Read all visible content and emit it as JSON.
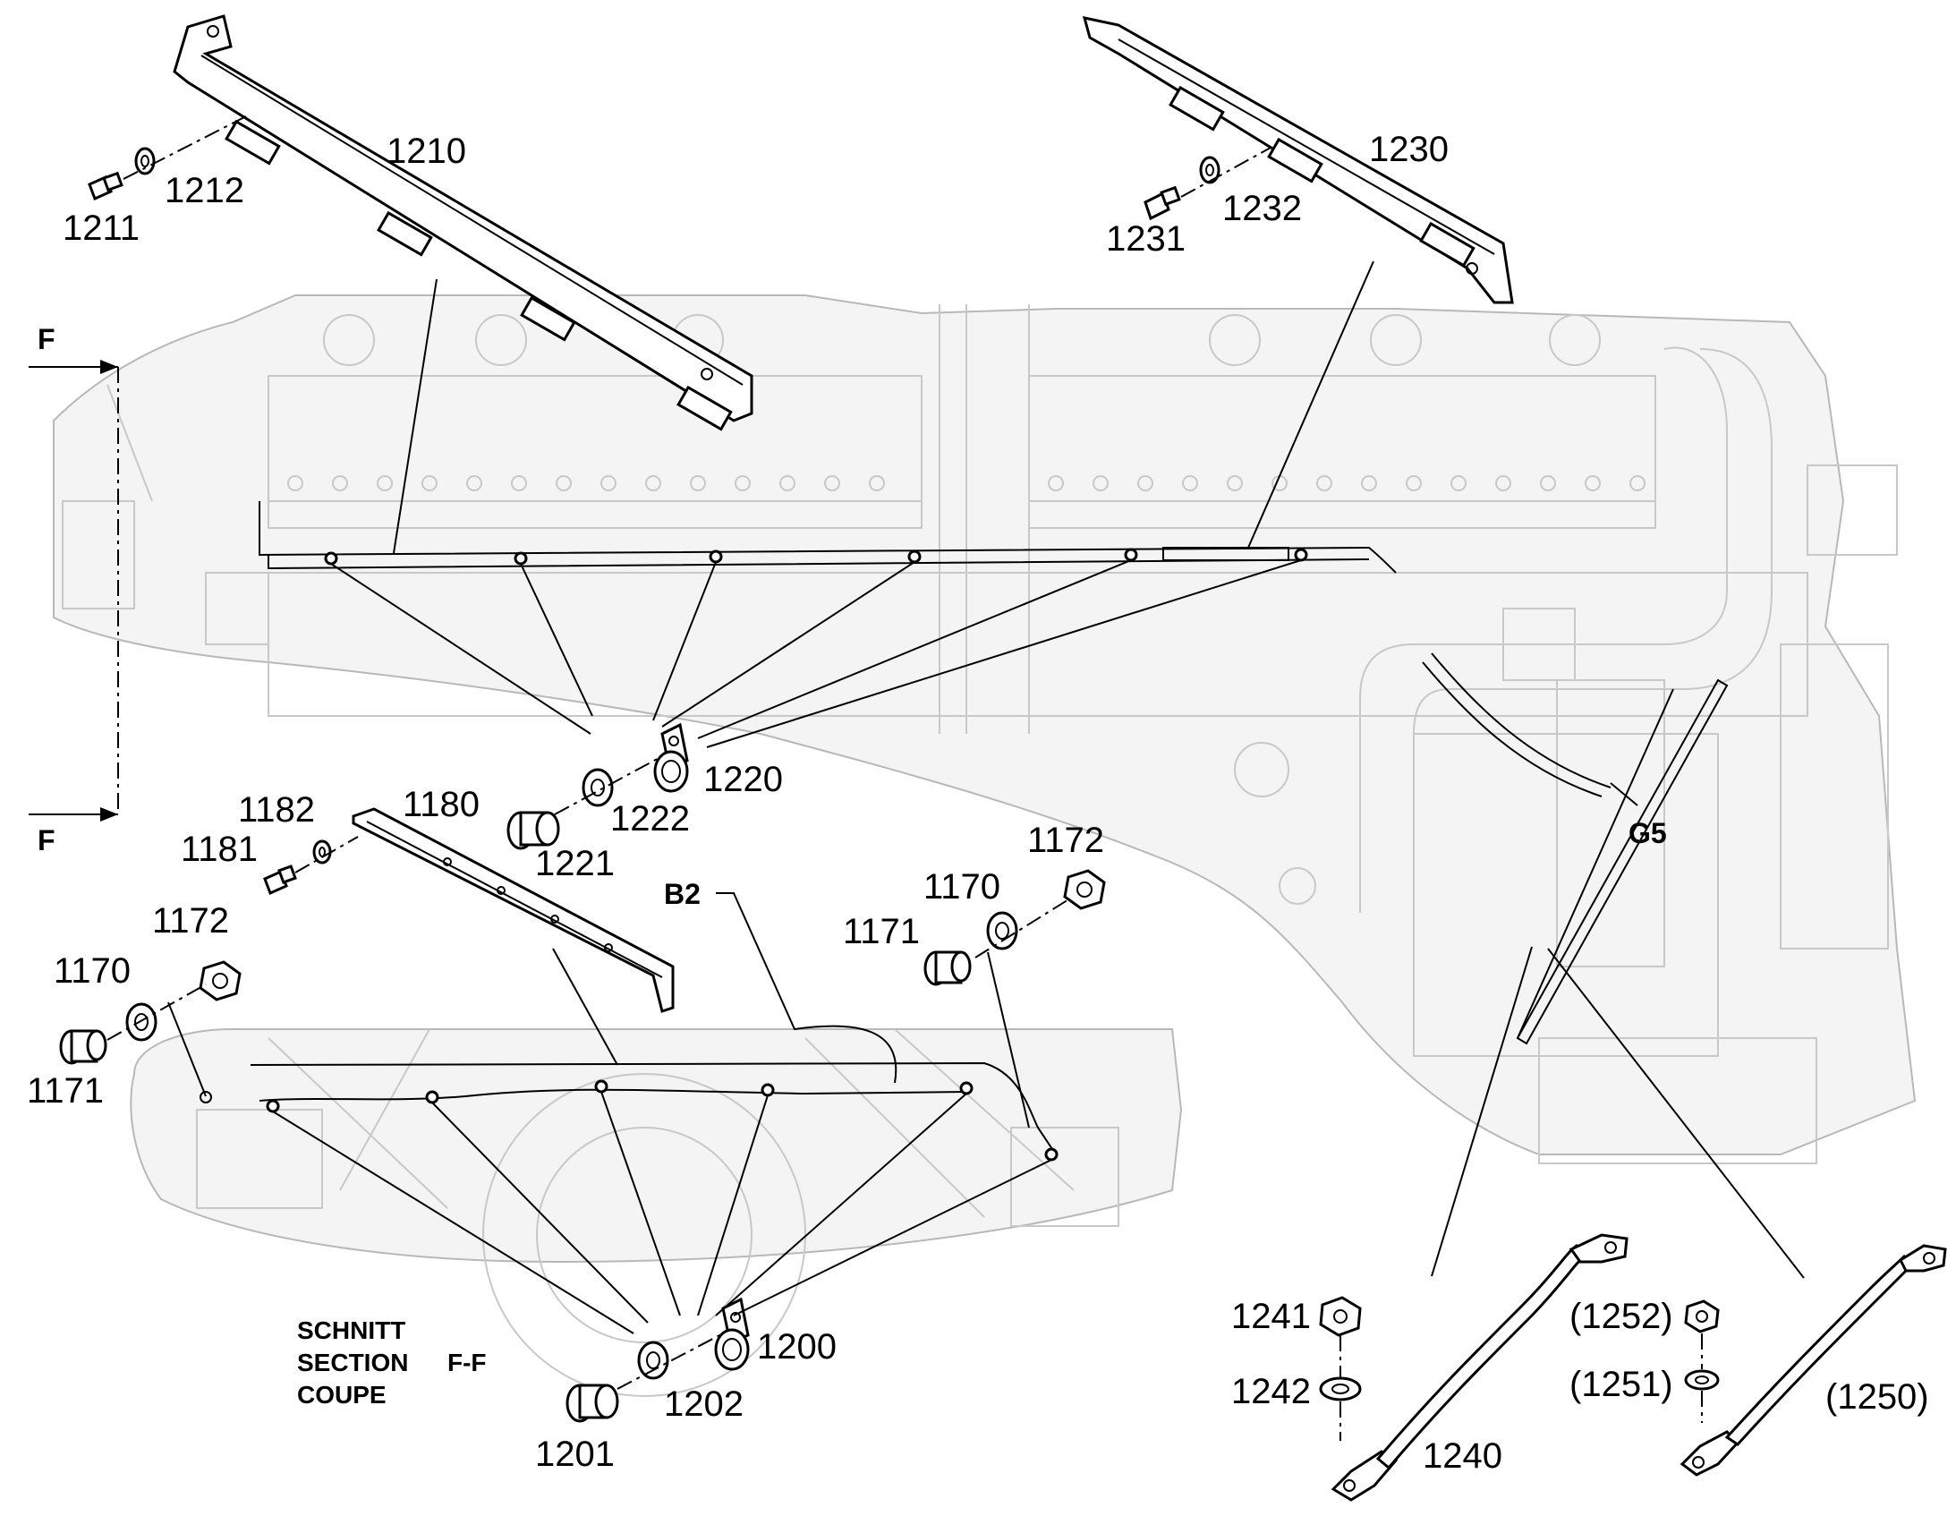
{
  "diagram": {
    "callouts": {
      "c1210": "1210",
      "c1211": "1211",
      "c1212": "1212",
      "c1230": "1230",
      "c1231": "1231",
      "c1232": "1232",
      "c1220": "1220",
      "c1221": "1221",
      "c1222": "1222",
      "c1180": "1180",
      "c1181": "1181",
      "c1182": "1182",
      "c1170a": "1170",
      "c1171a": "1171",
      "c1172a": "1172",
      "c1170b": "1170",
      "c1171b": "1171",
      "c1172b": "1172",
      "c1200": "1200",
      "c1201": "1201",
      "c1202": "1202",
      "c1240": "1240",
      "c1241": "1241",
      "c1242": "1242",
      "c1250": "(1250)",
      "c1251": "(1251)",
      "c1252": "(1252)"
    },
    "markers": {
      "b2": "B2",
      "g5": "G5",
      "f_top": "F",
      "f_bottom": "F"
    },
    "section": {
      "line1": "SCHNITT",
      "line2": "SECTION",
      "line3": "COUPE",
      "name": "F-F"
    }
  }
}
